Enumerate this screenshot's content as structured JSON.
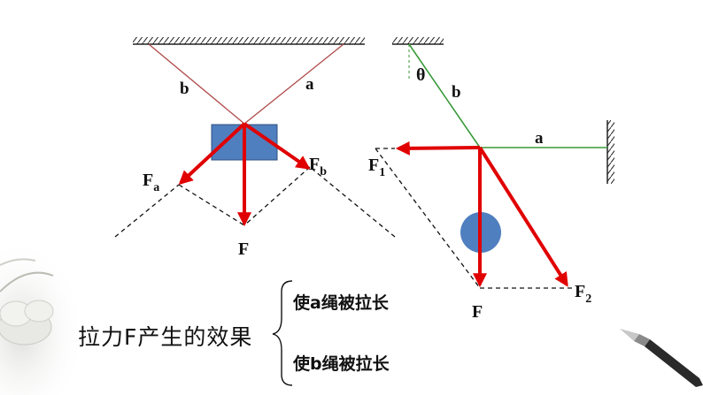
{
  "colors": {
    "force_arrow": "#e00000",
    "rope_left": "#b04a4a",
    "rope_right": "#3a9a3a",
    "block_fill": "#4f7fbf",
    "ball_fill": "#4f7fbf",
    "ceiling": "#222222"
  },
  "left_figure": {
    "rope_a_label": "a",
    "rope_b_label": "b",
    "force_F_label": "F",
    "force_Fa": {
      "main": "F",
      "sub": "a"
    },
    "force_Fb": {
      "main": "F",
      "sub": "b"
    }
  },
  "right_figure": {
    "angle_label": "θ",
    "rope_a_label": "a",
    "rope_b_label": "b",
    "force_F_label": "F",
    "force_F1": {
      "main": "F",
      "sub": "1"
    },
    "force_F2": {
      "main": "F",
      "sub": "2"
    }
  },
  "effects": {
    "title": "拉力F产生的效果",
    "items": [
      "使a绳被拉长",
      "使b绳被拉长"
    ]
  }
}
